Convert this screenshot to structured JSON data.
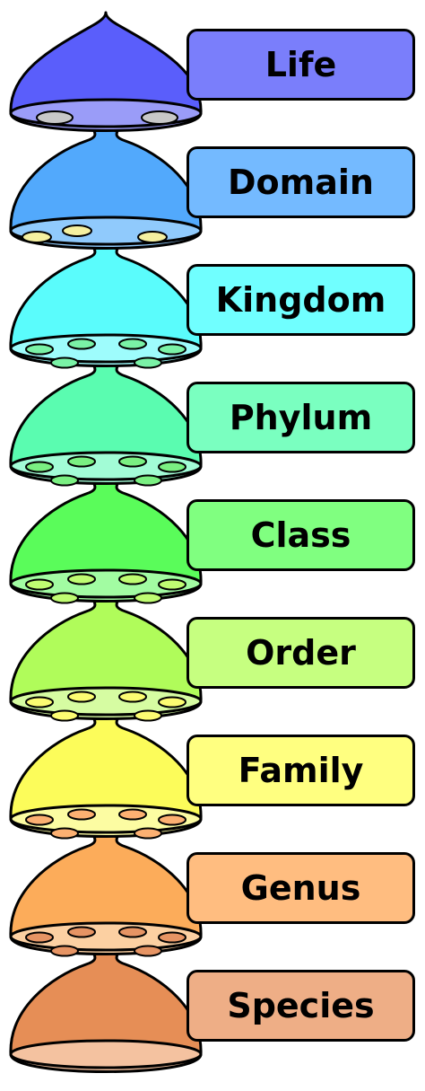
{
  "taxonomy": {
    "levels": [
      {
        "label": "Life",
        "color": "#5a5efb",
        "lightColor": "#9a9cf8",
        "boxColor": "#7a7efb",
        "holes": 2,
        "holeColor": "#c8c8c8"
      },
      {
        "label": "Domain",
        "color": "#52a9fc",
        "lightColor": "#90cafc",
        "boxColor": "#74baff",
        "holes": 3,
        "holeColor": "#f5f0a0"
      },
      {
        "label": "Kingdom",
        "color": "#5afcfc",
        "lightColor": "#9efcfc",
        "boxColor": "#70ffff",
        "holes": 8,
        "holeColor": "#7af2a6"
      },
      {
        "label": "Phylum",
        "color": "#5afcb0",
        "lightColor": "#a2fcd6",
        "boxColor": "#7affc0",
        "holes": 8,
        "holeColor": "#7af082"
      },
      {
        "label": "Class",
        "color": "#5afc5a",
        "lightColor": "#a2fca2",
        "boxColor": "#80ff80",
        "holes": 8,
        "holeColor": "#bffc72"
      },
      {
        "label": "Order",
        "color": "#b0fc5a",
        "lightColor": "#d6fca2",
        "boxColor": "#c6ff80",
        "holes": 8,
        "holeColor": "#fcfc72"
      },
      {
        "label": "Family",
        "color": "#fcfc5a",
        "lightColor": "#fcfca2",
        "boxColor": "#ffff80",
        "holes": 8,
        "holeColor": "#fcb072"
      },
      {
        "label": "Genus",
        "color": "#fcac5a",
        "lightColor": "#fcd0a2",
        "boxColor": "#ffbd80",
        "holes": 8,
        "holeColor": "#e69464"
      },
      {
        "label": "Species",
        "color": "#e68e56",
        "lightColor": "#f4c2a0",
        "boxColor": "#eeae86",
        "holes": 0,
        "holeColor": "#e68e56"
      }
    ]
  }
}
